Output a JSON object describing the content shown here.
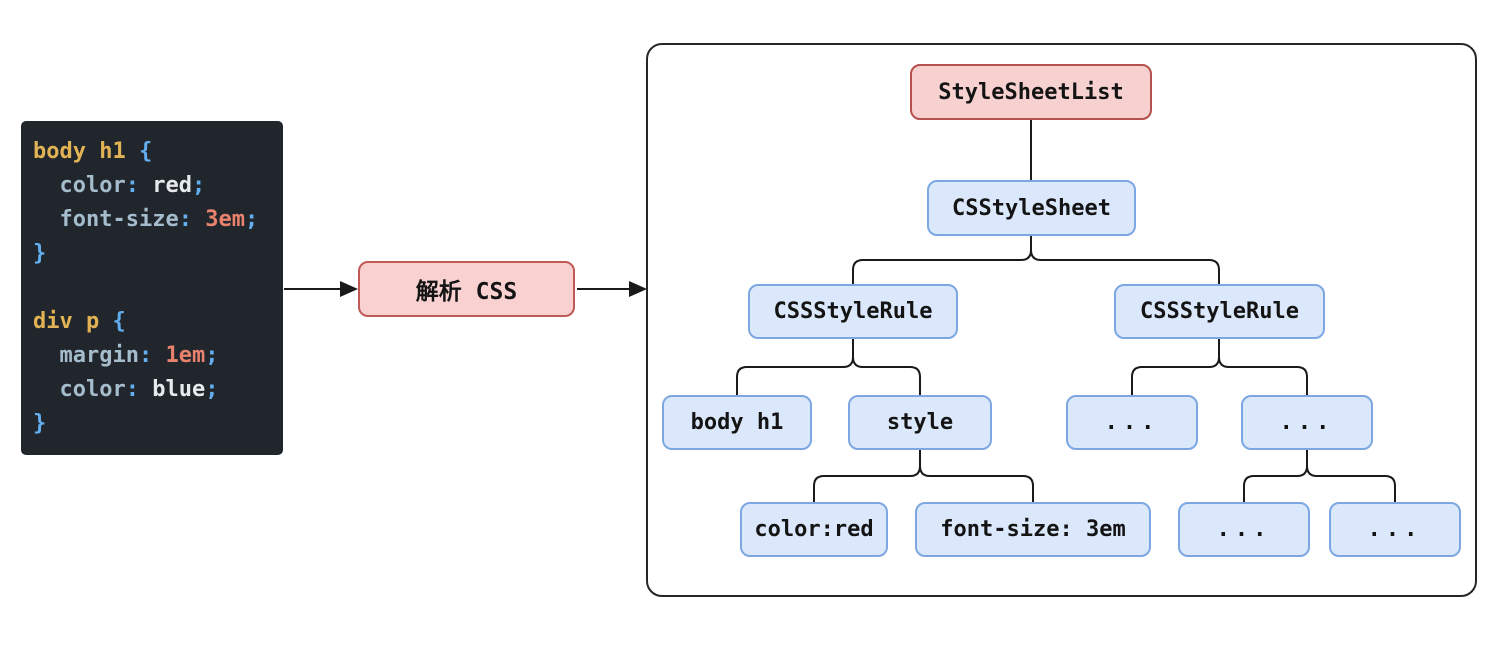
{
  "source_code": {
    "lines": [
      [
        {
          "text": "body h1 ",
          "type": "selector"
        },
        {
          "text": "{",
          "type": "punct"
        }
      ],
      [
        {
          "text": "  color",
          "type": "property"
        },
        {
          "text": ":",
          "type": "punct"
        },
        {
          "text": " red",
          "type": "value"
        },
        {
          "text": ";",
          "type": "punct"
        }
      ],
      [
        {
          "text": "  font-size",
          "type": "property"
        },
        {
          "text": ":",
          "type": "punct"
        },
        {
          "text": " 3em",
          "type": "number"
        },
        {
          "text": ";",
          "type": "punct"
        }
      ],
      [
        {
          "text": "}",
          "type": "punct"
        }
      ],
      [],
      [
        {
          "text": "div p ",
          "type": "selector"
        },
        {
          "text": "{",
          "type": "punct"
        }
      ],
      [
        {
          "text": "  margin",
          "type": "property"
        },
        {
          "text": ":",
          "type": "punct"
        },
        {
          "text": " 1em",
          "type": "number"
        },
        {
          "text": ";",
          "type": "punct"
        }
      ],
      [
        {
          "text": "  color",
          "type": "property"
        },
        {
          "text": ":",
          "type": "punct"
        },
        {
          "text": " blue",
          "type": "value"
        },
        {
          "text": ";",
          "type": "punct"
        }
      ],
      [
        {
          "text": "}",
          "type": "punct"
        }
      ]
    ]
  },
  "pipeline": {
    "parse_label": "解析 CSS"
  },
  "tree": {
    "nodes": [
      {
        "id": "style-sheet-list",
        "label": "StyleSheetList",
        "variant": "red"
      },
      {
        "id": "css-style-sheet",
        "label": "CSStyleSheet",
        "variant": "blue"
      },
      {
        "id": "css-style-rule-1",
        "label": "CSSStyleRule",
        "variant": "blue"
      },
      {
        "id": "css-style-rule-2",
        "label": "CSSStyleRule",
        "variant": "blue"
      },
      {
        "id": "selector-body-h1",
        "label": "body h1",
        "variant": "blue"
      },
      {
        "id": "style",
        "label": "style",
        "variant": "blue"
      },
      {
        "id": "ellipsis-1",
        "label": "...",
        "variant": "blue"
      },
      {
        "id": "ellipsis-2",
        "label": "...",
        "variant": "blue"
      },
      {
        "id": "decl-color-red",
        "label": "color:red",
        "variant": "blue"
      },
      {
        "id": "decl-font-size",
        "label": "font-size: 3em",
        "variant": "blue"
      },
      {
        "id": "ellipsis-3",
        "label": "...",
        "variant": "blue"
      },
      {
        "id": "ellipsis-4",
        "label": "...",
        "variant": "blue"
      }
    ],
    "edges": [
      [
        "style-sheet-list",
        "css-style-sheet"
      ],
      [
        "css-style-sheet",
        "css-style-rule-1"
      ],
      [
        "css-style-sheet",
        "css-style-rule-2"
      ],
      [
        "css-style-rule-1",
        "selector-body-h1"
      ],
      [
        "css-style-rule-1",
        "style"
      ],
      [
        "css-style-rule-2",
        "ellipsis-1"
      ],
      [
        "css-style-rule-2",
        "ellipsis-2"
      ],
      [
        "style",
        "decl-color-red"
      ],
      [
        "style",
        "decl-font-size"
      ],
      [
        "ellipsis-2",
        "ellipsis-3"
      ],
      [
        "ellipsis-2",
        "ellipsis-4"
      ]
    ]
  },
  "colors": {
    "code_background": "#21262c",
    "token_selector": "#e2b355",
    "token_property": "#a5bccd",
    "token_punctuation": "#62aeee",
    "token_value": "#e7eaed",
    "token_number": "#e8826d",
    "node_red_fill": "#f7d1d0",
    "node_red_border": "#b5504e",
    "node_blue_fill": "#dbe8fb",
    "node_blue_border": "#7da7e2",
    "line_color": "#1a1a1a"
  }
}
